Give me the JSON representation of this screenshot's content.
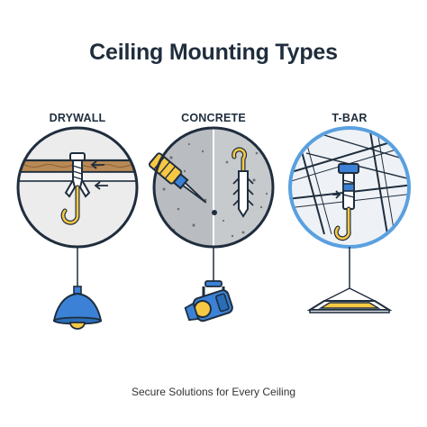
{
  "title": "Ceiling Mounting Types",
  "types": [
    {
      "label": "DRYWALL"
    },
    {
      "label": "CONCRETE"
    },
    {
      "label": "T-BAR"
    }
  ],
  "footer": "Secure Solutions for Every Ceiling",
  "colors": {
    "outline": "#1f2d3d",
    "accent_yellow": "#f7c843",
    "accent_blue": "#3b82d6",
    "highlight_ring": "#5aa0e0",
    "drywall_brown": "#b98a56",
    "concrete_gray": "#b9bcc0"
  },
  "icons": [
    "drywall-anchor-icon",
    "concrete-drill-icon",
    "tbar-clip-icon",
    "pendant-lamp-icon",
    "spotlight-icon",
    "panel-light-icon"
  ]
}
